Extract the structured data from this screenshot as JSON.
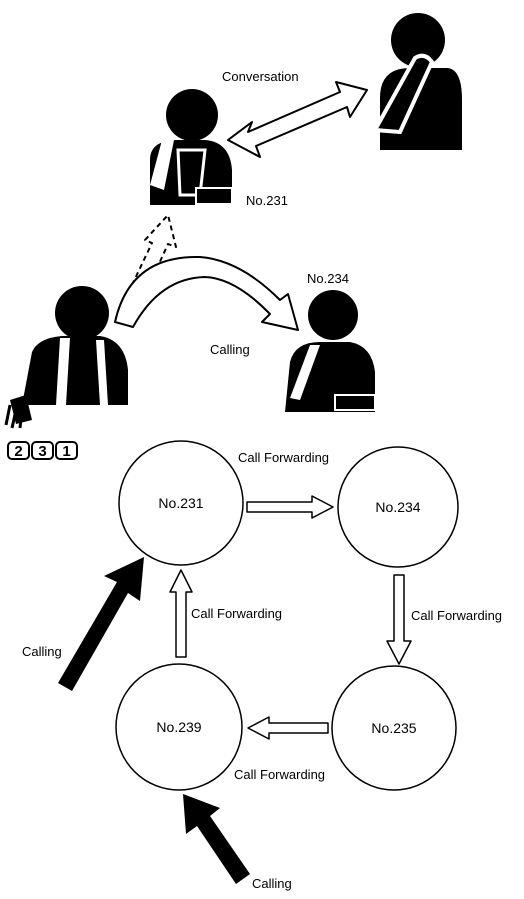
{
  "top_scene": {
    "conversation_label": "Conversation",
    "calling_label": "Calling",
    "callee_top_number": "No.231",
    "callee_right_number": "No.234",
    "dialed_keys": [
      "2",
      "3",
      "1"
    ]
  },
  "bottom_diagram": {
    "nodes": {
      "tl": "No.231",
      "tr": "No.234",
      "br": "No.235",
      "bl": "No.239"
    },
    "forward_labels": {
      "top": "Call Forwarding",
      "right": "Call Forwarding",
      "bottom": "Call Forwarding",
      "left": "Call Forwarding"
    },
    "calling_labels": {
      "left": "Calling",
      "bottom": "Calling"
    }
  },
  "colors": {
    "ink": "#000000",
    "paper": "#ffffff"
  }
}
